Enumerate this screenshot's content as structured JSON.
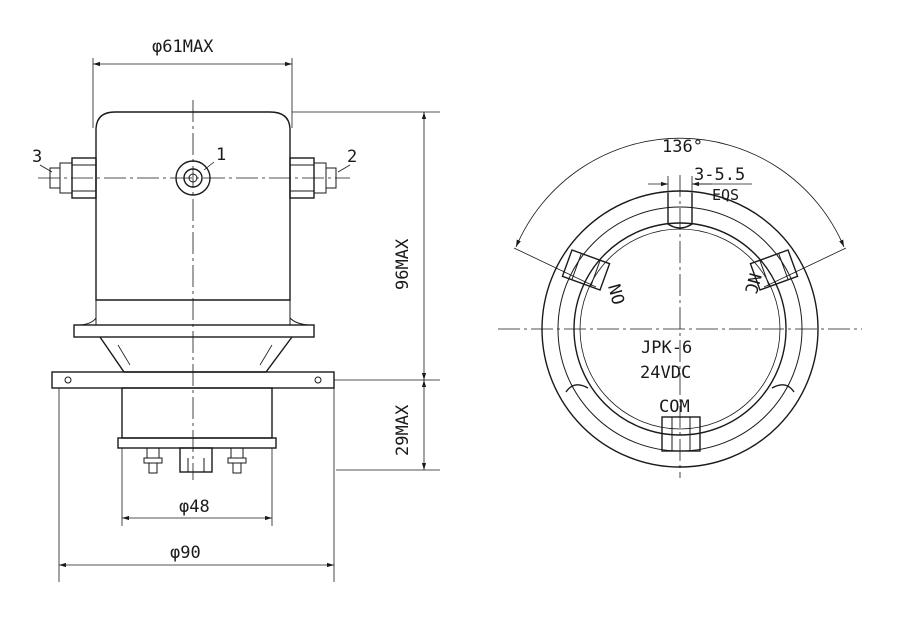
{
  "dimensions": {
    "top_diameter": "φ61MAX",
    "height_total": "96MAX",
    "height_base": "29MAX",
    "base_inner_diameter": "φ48",
    "base_outer_diameter": "φ90",
    "angle": "136°",
    "slot_width": "3-5.5",
    "slot_note": "EQS"
  },
  "terminals": {
    "t1": "1",
    "t2": "2",
    "t3": "3"
  },
  "contacts": {
    "no": "NO",
    "nc": "NC",
    "com": "COM"
  },
  "model": {
    "name": "JPK-6",
    "voltage": "24VDC"
  },
  "colors": {
    "line": "#1a1a1a",
    "background": "#ffffff"
  }
}
